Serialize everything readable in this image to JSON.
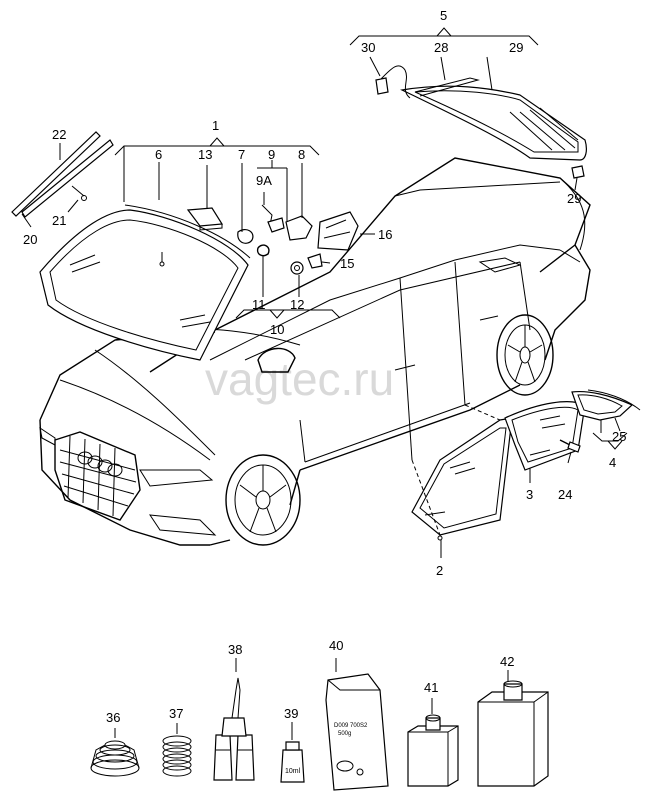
{
  "watermark": "vagtec.ru",
  "callouts": {
    "c1": "1",
    "c2": "2",
    "c3": "3",
    "c4": "4",
    "c5": "5",
    "c6": "6",
    "c7": "7",
    "c8": "8",
    "c9": "9",
    "c9a": "9A",
    "c10": "10",
    "c11": "11",
    "c12": "12",
    "c13": "13",
    "c15": "15",
    "c16": "16",
    "c20": "20",
    "c21": "21",
    "c22": "22",
    "c24": "24",
    "c25": "25",
    "c28": "28",
    "c29_top": "29",
    "c29_bottom": "29",
    "c30": "30",
    "c36": "36",
    "c37": "37",
    "c38": "38",
    "c39": "39",
    "c40": "40",
    "c41": "41",
    "c42": "42"
  },
  "labels": {
    "bottle_volume": "10ml",
    "bag_line1": "D009 700S2",
    "bag_line2": "500g"
  }
}
